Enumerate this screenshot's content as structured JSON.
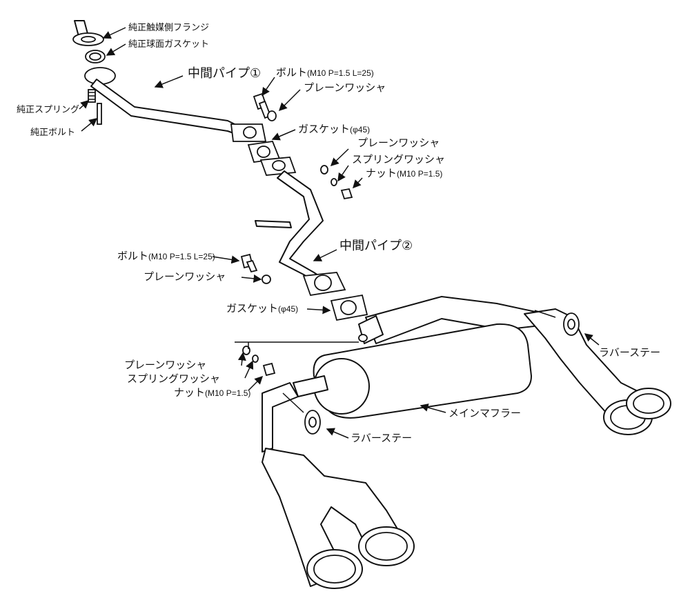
{
  "labels": {
    "oem_cat_flange": "純正触媒側フランジ",
    "oem_ball_gasket": "純正球面ガスケット",
    "mid_pipe_1": "中間パイプ①",
    "bolt_1_name": "ボルト",
    "bolt_1_spec": "(M10 P=1.5 L=25)",
    "plain_washer_1": "プレーンワッシャ",
    "oem_spring": "純正スプリング",
    "oem_bolt": "純正ボルト",
    "gasket_1_name": "ガスケット",
    "gasket_1_spec": "(φ45)",
    "plain_washer_2": "プレーンワッシャ",
    "spring_washer_1": "スプリングワッシャ",
    "nut_1_name": "ナット",
    "nut_1_spec": "(M10 P=1.5)",
    "mid_pipe_2": "中間パイプ②",
    "bolt_2_name": "ボルト",
    "bolt_2_spec": "(M10 P=1.5 L=25)",
    "plain_washer_3": "プレーンワッシャ",
    "gasket_2_name": "ガスケット",
    "gasket_2_spec": "(φ45)",
    "rubber_stay_right": "ラバーステー",
    "plain_washer_4": "プレーンワッシャ",
    "spring_washer_2": "スプリングワッシャ",
    "nut_2_name": "ナット",
    "nut_2_spec": "(M10 P=1.5)",
    "main_muffler": "メインマフラー",
    "rubber_stay_left": "ラバーステー"
  },
  "colors": {
    "line": "#111111",
    "background": "#ffffff"
  }
}
